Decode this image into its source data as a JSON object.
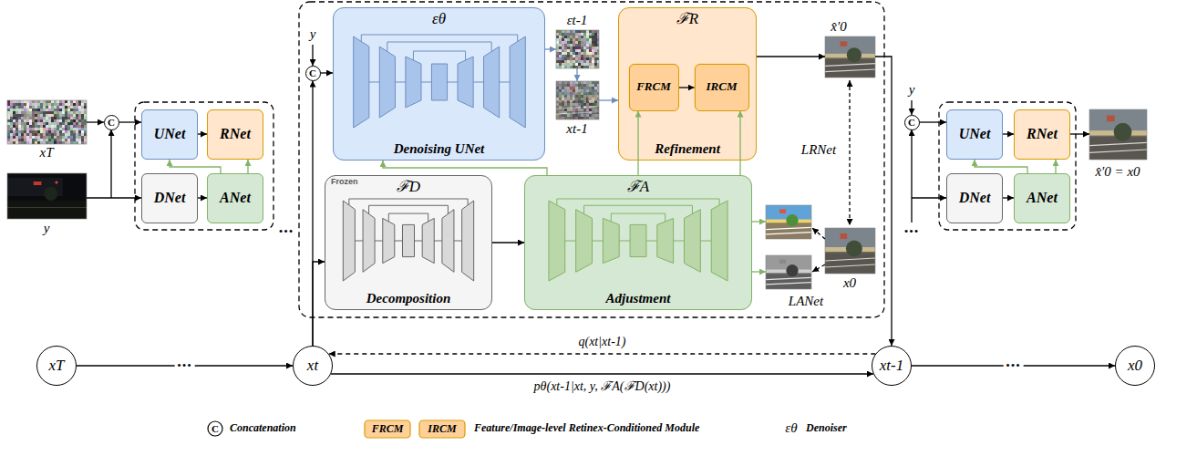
{
  "diagram": {
    "nodes": [
      {
        "text": [
          "C"
        ]
      },
      {
        "text": [
          "UNet"
        ]
      },
      {
        "text": [
          "RNet"
        ]
      },
      {
        "text": [
          "DNet"
        ]
      },
      {
        "text": [
          "ANet"
        ]
      },
      {
        "text": [
          "C"
        ]
      },
      {
        "text": [
          "εθ",
          "Denoising UNet"
        ]
      },
      {
        "text": [
          "ℱR",
          "Refinement"
        ]
      },
      {
        "text": [
          "FRCM"
        ],
        "in": 7
      },
      {
        "text": [
          "IRCM"
        ],
        "in": 7
      },
      {
        "text": [
          "Frozen",
          "ℱD",
          "Decomposition"
        ]
      },
      {
        "text": [
          "ℱA",
          "Adjustment"
        ]
      },
      {
        "text": [
          "C"
        ]
      },
      {
        "text": [
          "UNet"
        ]
      },
      {
        "text": [
          "RNet"
        ]
      },
      {
        "text": [
          "DNet"
        ]
      },
      {
        "text": [
          "ANet"
        ]
      },
      {
        "text": [
          "xT"
        ]
      },
      {
        "text": [
          "xt"
        ]
      },
      {
        "text": [
          "xt-1"
        ]
      },
      {
        "text": [
          "x0"
        ]
      }
    ],
    "edges": [
      {
        "from": 0,
        "to": 1,
        "arrow": "to"
      },
      {
        "from": 1,
        "to": 2,
        "arrow": "to"
      },
      {
        "from": 3,
        "to": 4,
        "arrow": "to"
      },
      {
        "from": 4,
        "to": 1,
        "arrow": "to"
      },
      {
        "from": 4,
        "to": 2,
        "arrow": "to"
      },
      {
        "from": 18,
        "to": 5,
        "arrow": "to"
      },
      {
        "from": 18,
        "to": 10,
        "arrow": "to"
      },
      {
        "from": 5,
        "to": 6,
        "arrow": "to"
      },
      {
        "from": 10,
        "to": 11,
        "arrow": "to"
      },
      {
        "from": 11,
        "to": 6,
        "arrow": "to"
      },
      {
        "from": 11,
        "to": 8,
        "arrow": "to"
      },
      {
        "from": 11,
        "to": 9,
        "arrow": "to"
      },
      {
        "from": 8,
        "to": 9,
        "arrow": "to"
      },
      {
        "from": 12,
        "to": 13,
        "arrow": "to"
      },
      {
        "from": 13,
        "to": 14,
        "arrow": "to"
      },
      {
        "from": 15,
        "to": 16,
        "arrow": "to"
      },
      {
        "from": 16,
        "to": 13,
        "arrow": "to"
      },
      {
        "from": 16,
        "to": 14,
        "arrow": "to"
      },
      {
        "from": 17,
        "to": 18,
        "label": "•••",
        "arrow": "to"
      },
      {
        "from": 18,
        "to": 19,
        "label": "pθ(xt-1|xt, y, ℱA(ℱD(xt)))",
        "arrow": "to"
      },
      {
        "from": 19,
        "to": 18,
        "label": "q(xt|xt-1)",
        "arrow": "to"
      },
      {
        "from": 19,
        "to": 20,
        "label": "•••",
        "arrow": "to"
      }
    ],
    "labels": [
      "xT",
      "y",
      "•••",
      "y",
      "εt-1",
      "xt-1",
      "x̂′0",
      "LRNet",
      "x0",
      "LANet",
      "•••",
      "y",
      "x̂′0 = x0",
      "C",
      "FRCM",
      "IRCM",
      "εθ"
    ],
    "legend": [
      {
        "text": "Concatenation"
      },
      {
        "text": "Feature/Image-level Retinex-Conditioned Module"
      },
      {
        "text": "Denoiser"
      }
    ]
  }
}
